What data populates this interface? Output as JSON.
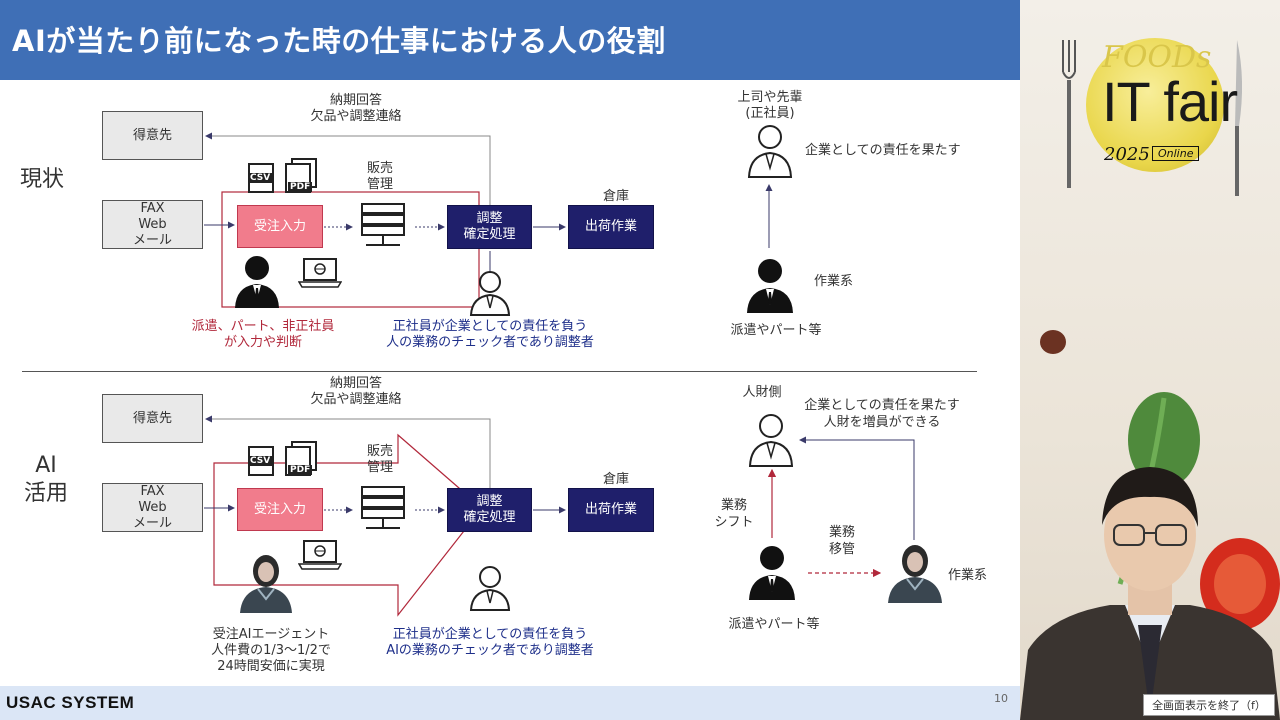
{
  "slide": {
    "title": "AIが当たり前になった時の仕事における人の役割",
    "footer_brand": "USAC SYSTEM",
    "page_number": "10",
    "top": {
      "section_label": "現状",
      "feedback_label_1": "納期回答",
      "feedback_label_2": "欠品や調整連絡",
      "customer": "得意先",
      "input_line1": "FAX",
      "input_line2": "Web",
      "input_line3": "メール",
      "order_entry": "受注入力",
      "sales_mgmt_1": "販売",
      "sales_mgmt_2": "管理",
      "adjust_1": "調整",
      "adjust_2": "確定処理",
      "warehouse": "倉庫",
      "shipping": "出荷作業",
      "csv_icon": "CSV",
      "pdf_icon": "PDF",
      "worker_note_1": "派遣、パート、非正社員",
      "worker_note_2": "が入力や判断",
      "staff_note_1": "正社員が企業としての責任を負う",
      "staff_note_2": "人の業務のチェック者であり調整者",
      "boss_1": "上司や先輩",
      "boss_2": "(正社員)",
      "boss_role": "企業としての責任を果たす",
      "worker_role": "作業系",
      "worker_label": "派遣やパート等"
    },
    "bottom": {
      "section_label_1": "AI",
      "section_label_2": "活用",
      "feedback_label_1": "納期回答",
      "feedback_label_2": "欠品や調整連絡",
      "customer": "得意先",
      "input_line1": "FAX",
      "input_line2": "Web",
      "input_line3": "メール",
      "order_entry": "受注入力",
      "sales_mgmt_1": "販売",
      "sales_mgmt_2": "管理",
      "adjust_1": "調整",
      "adjust_2": "確定処理",
      "warehouse": "倉庫",
      "shipping": "出荷作業",
      "csv_icon": "CSV",
      "pdf_icon": "PDF",
      "agent_note_1": "受注AIエージェント",
      "agent_note_2": "人件費の1/3～1/2で",
      "agent_note_3": "24時間安価に実現",
      "staff_note_1": "正社員が企業としての責任を負う",
      "staff_note_2": "AIの業務のチェック者であり調整者",
      "hr_label": "人財側",
      "hr_note_1": "企業としての責任を果たす",
      "hr_note_2": "人財を増員ができる",
      "shift_1": "業務",
      "shift_2": "シフト",
      "transfer_1": "業務",
      "transfer_2": "移管",
      "worker_role": "作業系",
      "worker_label": "派遣やパート等"
    }
  },
  "video_overlay": {
    "logo_foods": "FOODs",
    "logo_it": "IT fair",
    "logo_year": "2025",
    "logo_online": "Online",
    "exit_fullscreen": "全画面表示を終了（f）"
  },
  "colors": {
    "title_bar": "#3f6fb6",
    "pink_box": "#f17c8c",
    "navy_box": "#1f1f6b",
    "red_line": "#b1283b",
    "footer": "#dbe6f6"
  }
}
